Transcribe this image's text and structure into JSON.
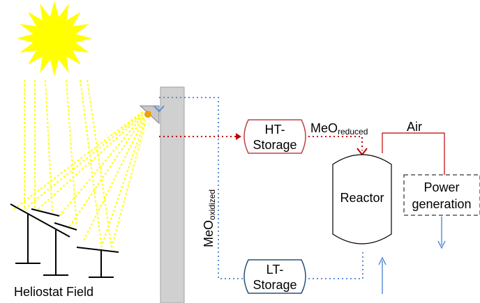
{
  "heliostat_label": "Heliostat Field",
  "ht_storage": {
    "line1": "HT-",
    "line2": "Storage"
  },
  "lt_storage": {
    "line1": "LT-",
    "line2": "Storage"
  },
  "reactor_label": "Reactor",
  "power_generation": {
    "line1": "Power",
    "line2": "generation"
  },
  "air_label": "Air",
  "meo_reduced": {
    "base": "MeO",
    "sub": "reduced"
  },
  "meo_oxidized": {
    "base": "MeO",
    "sub": "oxidized"
  },
  "colors": {
    "sun": "#ffff00",
    "sunlight_rays": "#ffff00",
    "hot_flow": "#c00000",
    "cold_flow": "#5b8fd6",
    "tower_fill": "#d0d0d0",
    "receiver": "#f0a000"
  }
}
